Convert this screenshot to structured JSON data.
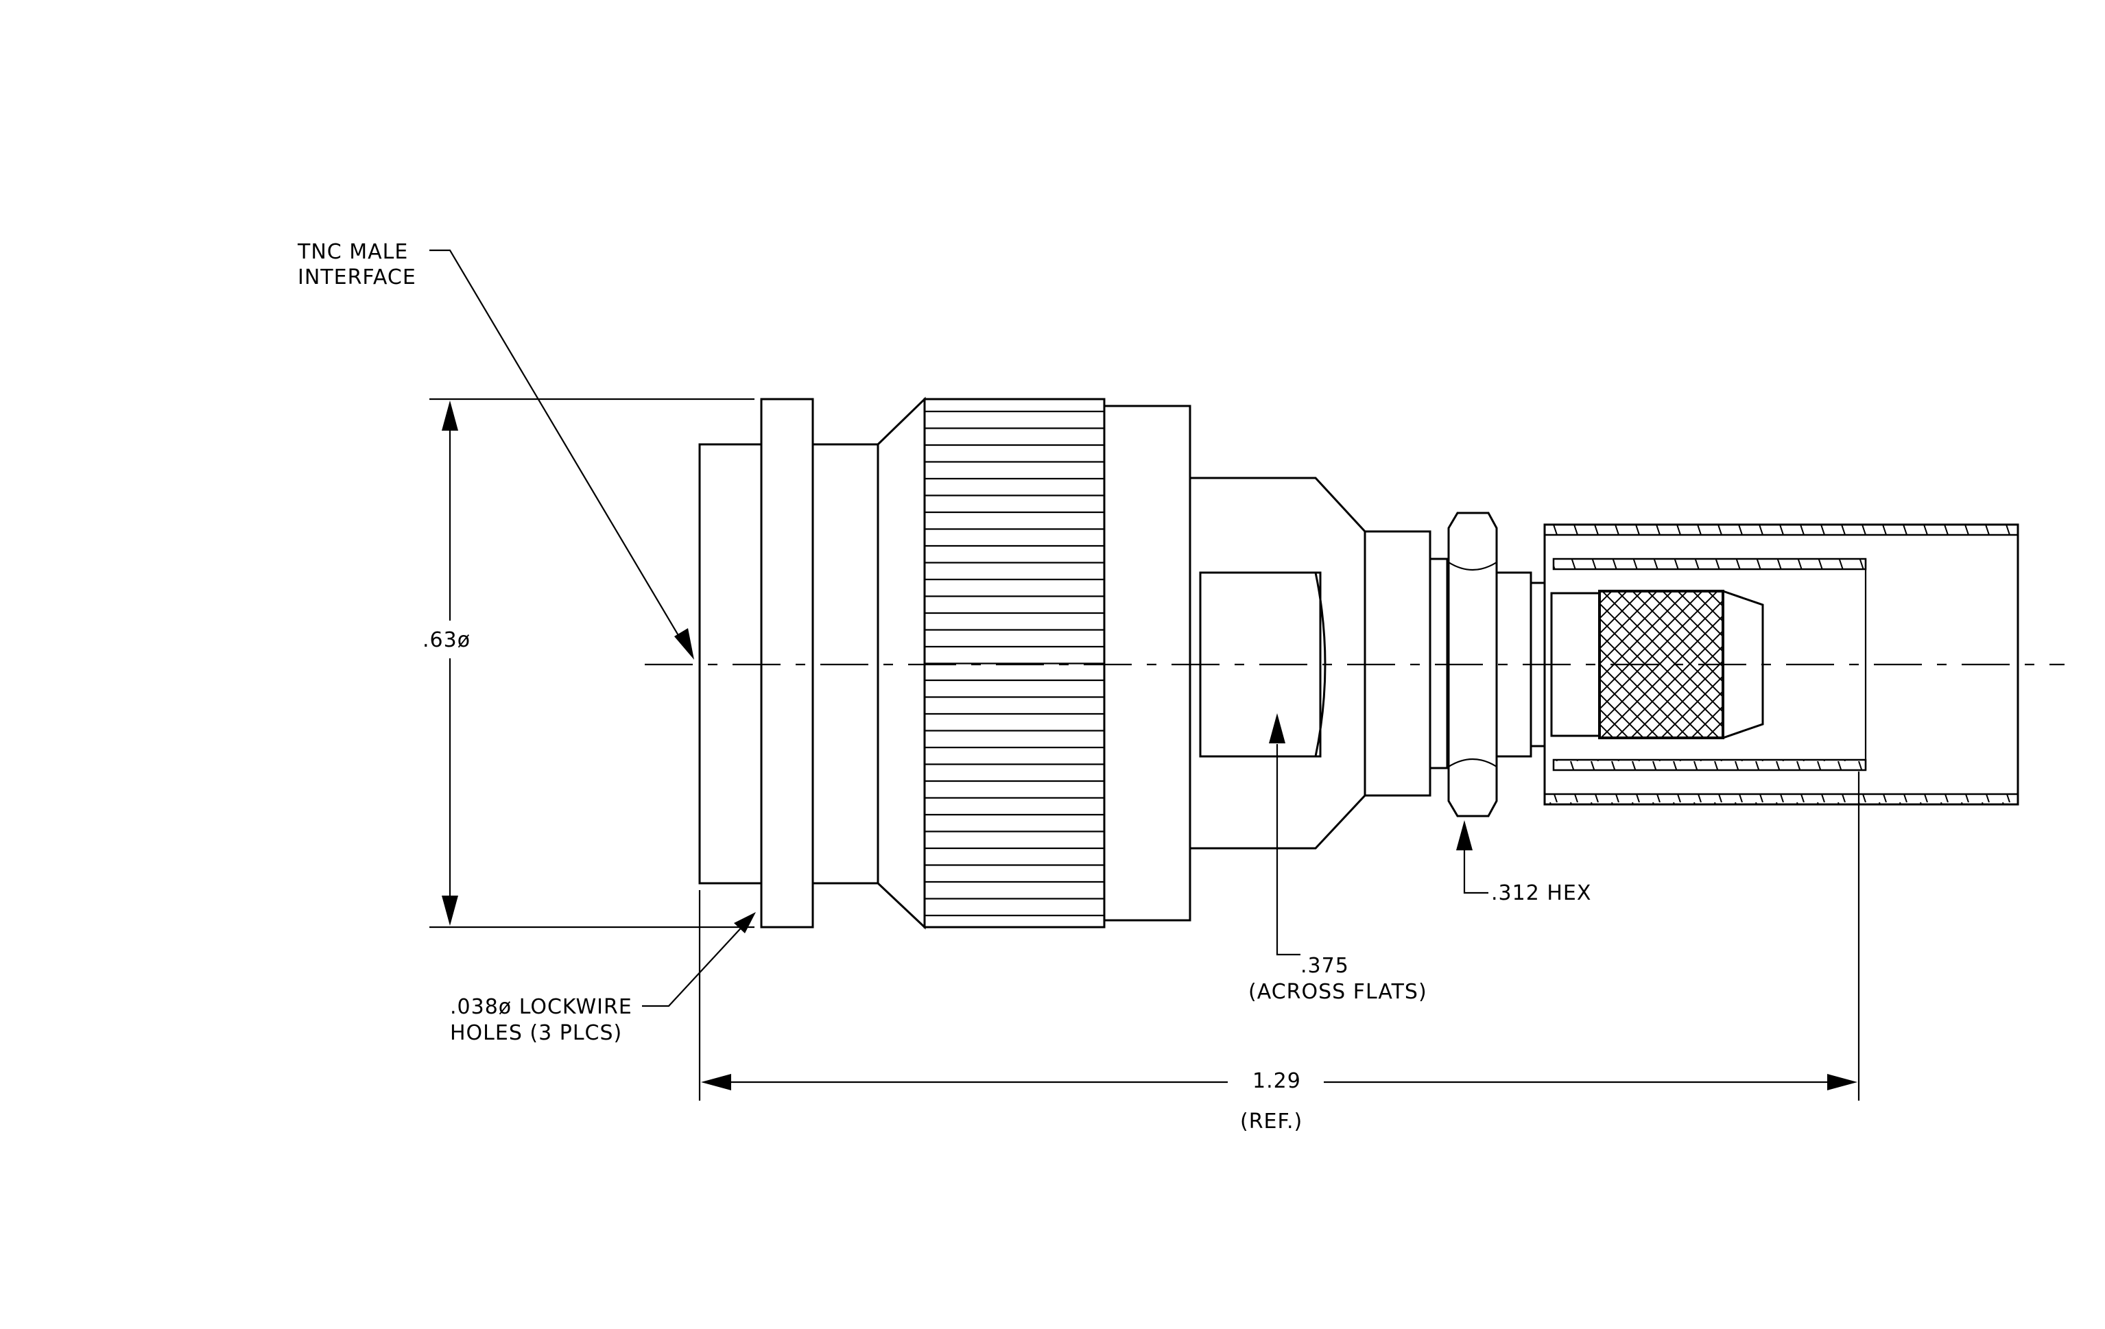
{
  "callouts": {
    "interface_line1": "TNC MALE",
    "interface_line2": "INTERFACE",
    "diameter": ".63ø",
    "lockwire_line1": ".038ø LOCKWIRE",
    "lockwire_line2": "HOLES (3 PLCS)",
    "flats_value": ".375",
    "flats_note": "(ACROSS FLATS)",
    "hex": ".312 HEX",
    "length_value": "1.29",
    "length_note": "(REF.)"
  },
  "colors": {
    "line": "#000000",
    "background": "#ffffff"
  }
}
